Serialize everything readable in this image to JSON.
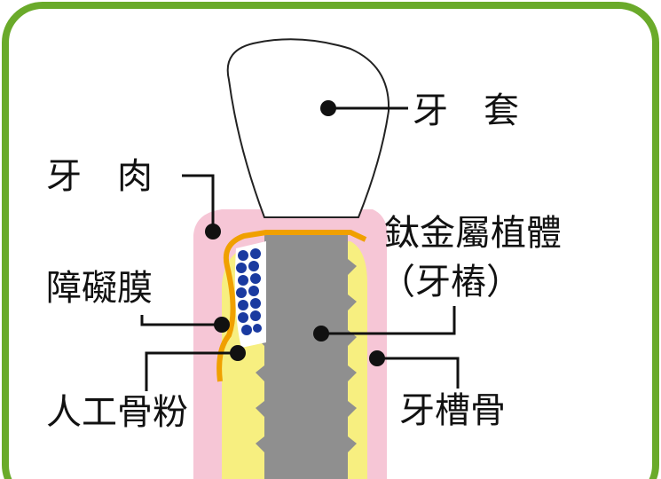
{
  "labels": {
    "crown": "牙　套",
    "gum": "牙　肉",
    "implant_line1": "鈦金屬植體",
    "implant_line2": "（牙樁）",
    "membrane": "障礙膜",
    "bone_graft": "人工骨粉",
    "alveolar_bone": "牙槽骨"
  },
  "colors": {
    "frame": "#6aaa2a",
    "gum": "#f6c6d6",
    "bone": "#f7ef80",
    "implant": "#8f8f8f",
    "membrane": "#f0a000",
    "graft": "#1a3aa0",
    "crown": "#ffffff",
    "leader": "#111111"
  }
}
